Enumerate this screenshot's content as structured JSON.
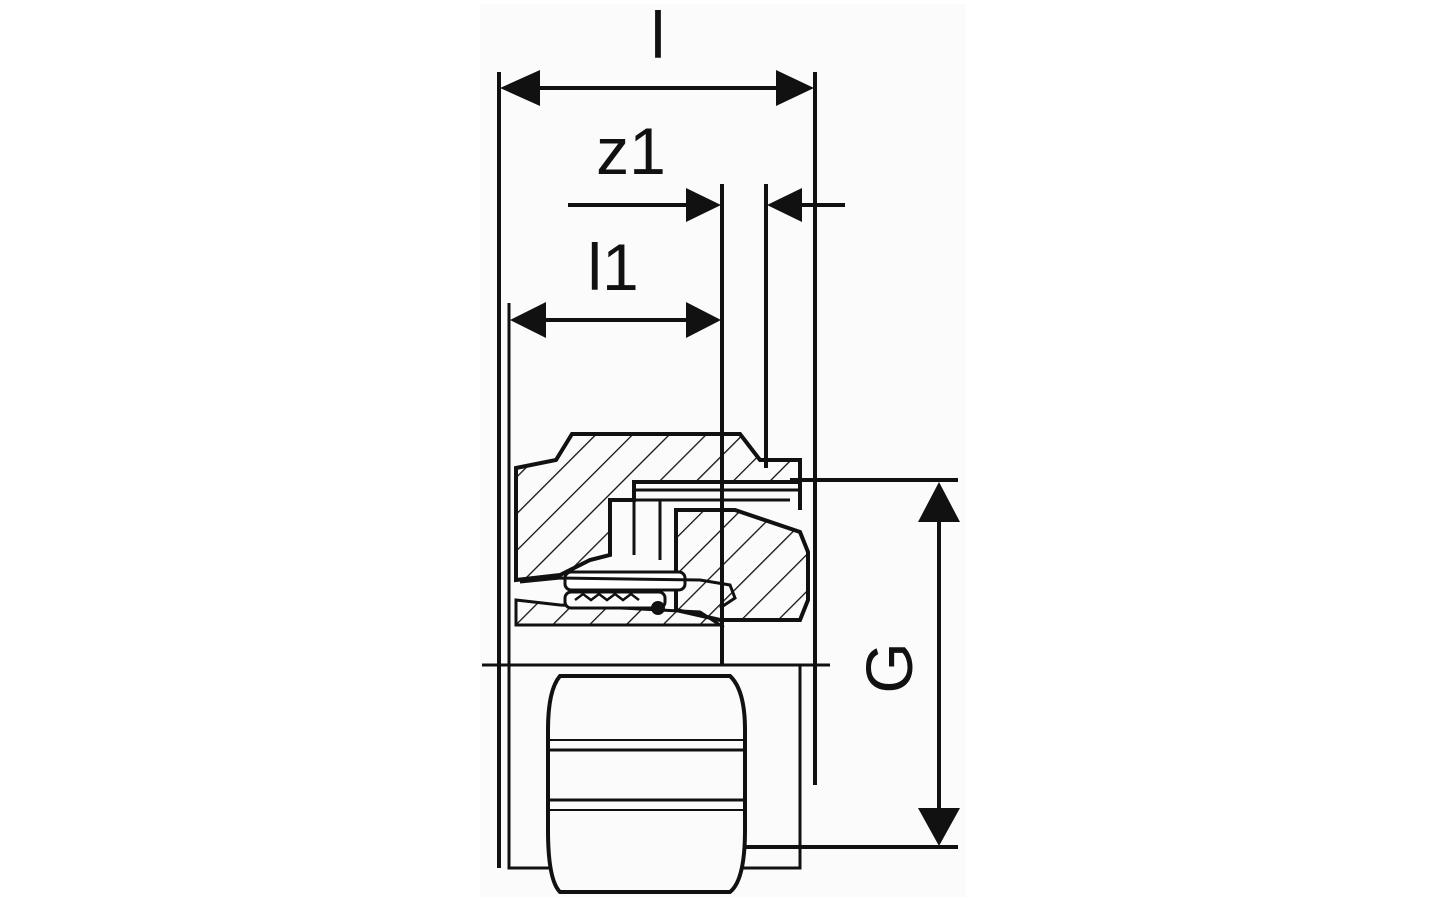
{
  "drawing": {
    "labels": {
      "l": "l",
      "z1": "z1",
      "l1": "l1",
      "G": "G"
    },
    "colors": {
      "ink": "#111111",
      "background": "#ffffff",
      "paper": "#fbfbfb"
    }
  }
}
